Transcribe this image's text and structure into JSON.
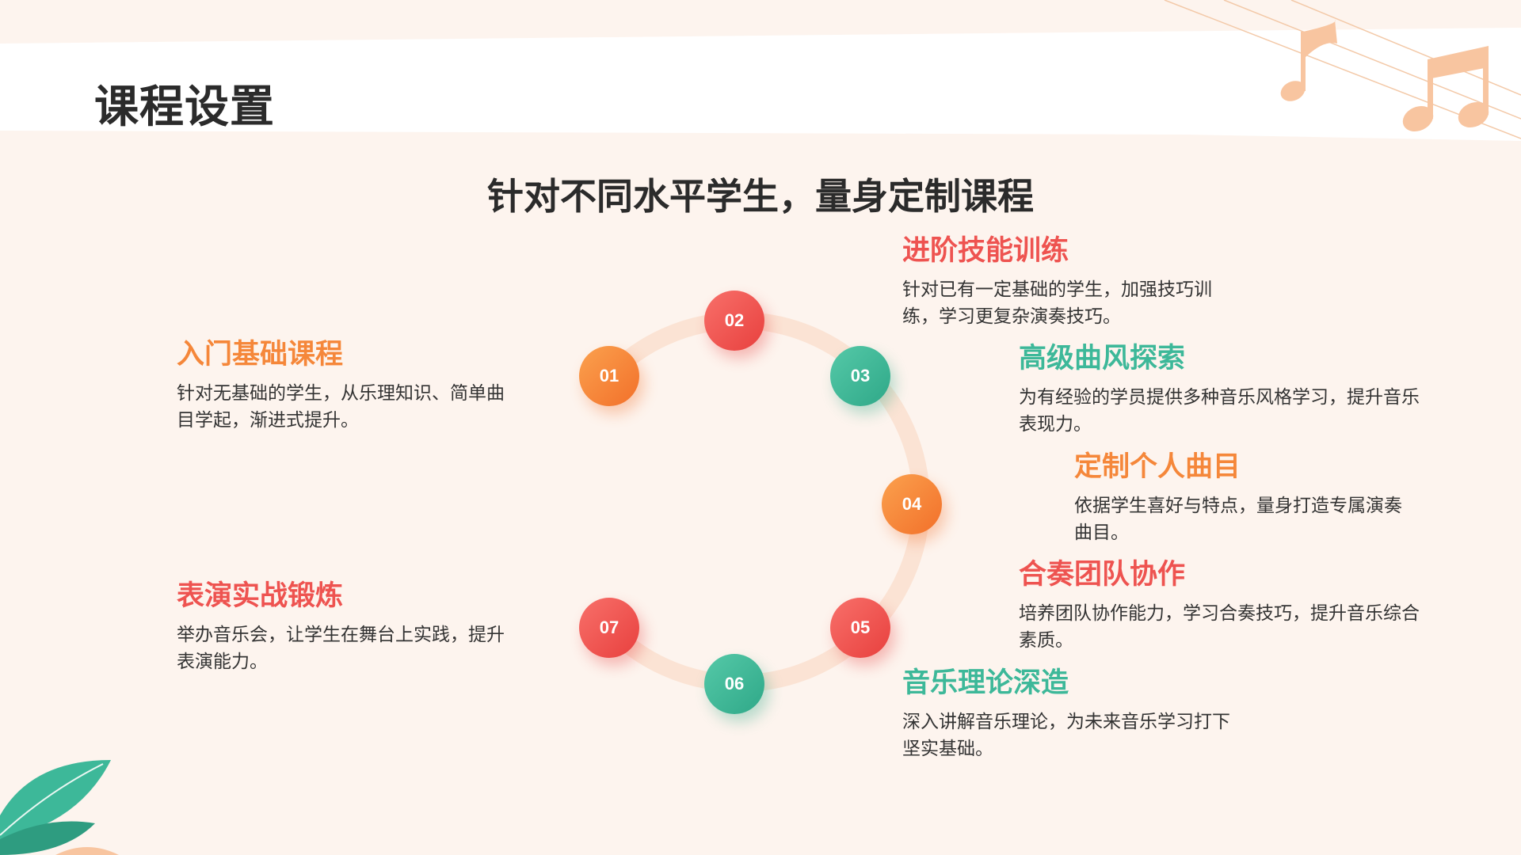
{
  "header": {
    "title": "课程设置"
  },
  "subtitle": "针对不同水平学生，量身定制课程",
  "colors": {
    "orange": "#f5873a",
    "red": "#ee5350",
    "green": "#3db899",
    "background": "#fdf4ee"
  },
  "nodes": [
    {
      "label": "01",
      "color": "orange"
    },
    {
      "label": "02",
      "color": "red"
    },
    {
      "label": "03",
      "color": "green"
    },
    {
      "label": "04",
      "color": "orange"
    },
    {
      "label": "05",
      "color": "red"
    },
    {
      "label": "06",
      "color": "green"
    },
    {
      "label": "07",
      "color": "red"
    }
  ],
  "items": [
    {
      "title": "入门基础课程",
      "desc": "针对无基础的学生，从乐理知识、简单曲目学起，渐进式提升。"
    },
    {
      "title": "进阶技能训练",
      "desc": "针对已有一定基础的学生，加强技巧训练，学习更复杂演奏技巧。"
    },
    {
      "title": "高级曲风探索",
      "desc": "为有经验的学员提供多种音乐风格学习，提升音乐表现力。"
    },
    {
      "title": "定制个人曲目",
      "desc": "依据学生喜好与特点，量身打造专属演奏曲目。"
    },
    {
      "title": "合奏团队协作",
      "desc": "培养团队协作能力，学习合奏技巧，提升音乐综合素质。"
    },
    {
      "title": "音乐理论深造",
      "desc": "深入讲解音乐理论，为未来音乐学习打下坚实基础。"
    },
    {
      "title": "表演实战锻炼",
      "desc": "举办音乐会，让学生在舞台上实践，提升表演能力。"
    }
  ]
}
